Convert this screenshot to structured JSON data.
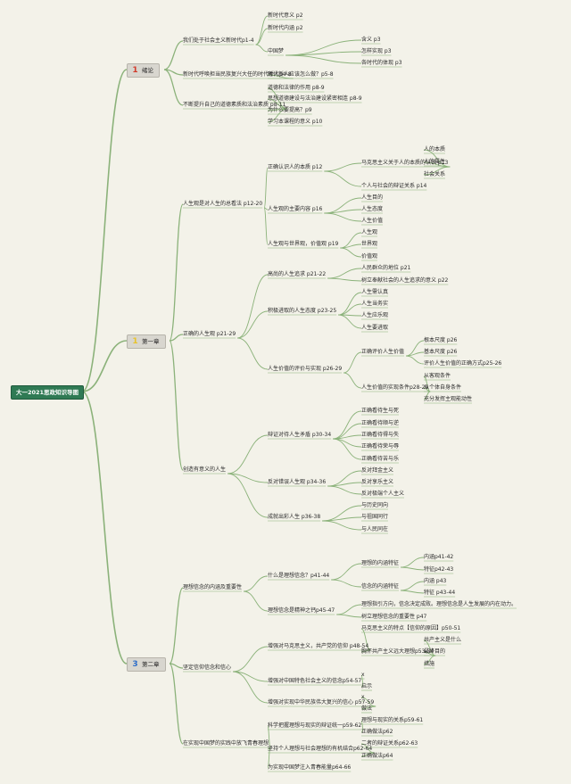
{
  "root": {
    "text": "大一2021思政知识导图"
  },
  "colors": {
    "background": "#f3f2e9",
    "line": "#8bb27a",
    "root_fill": "#2f7a54",
    "chapter_fill": "#d8d6cf"
  },
  "chapters": [
    {
      "number": "1",
      "badge_color": "#d23a2a",
      "title": "绪论",
      "children": [
        {
          "text": "我们处于社会主义新时代p1-4",
          "children": [
            {
              "text": "新时代意义 p2"
            },
            {
              "text": "新时代内涵 p2"
            },
            {
              "text": "中国梦",
              "children": [
                {
                  "text": "含义 p3"
                },
                {
                  "text": "怎样实现 p3"
                },
                {
                  "text": "各时代的体现 p3"
                }
              ]
            }
          ]
        },
        {
          "text": "新时代呼唤担当民族复兴大任的时代新人p4-8",
          "children": [
            {
              "text": "时代新人应该怎么做？p5-8"
            }
          ]
        },
        {
          "text": "不断提升自己的道德素质和法治素质 p8-11",
          "children": [
            {
              "text": "道德和法律的作用 p8-9"
            },
            {
              "text": "思想道德建设与法治建设紧密相连 p8-9"
            },
            {
              "text": "为什么要提高？p9"
            },
            {
              "text": "学习本课程的意义 p10"
            }
          ]
        }
      ]
    },
    {
      "number": "1",
      "badge_color": "#e8c428",
      "title": "第一章",
      "children": [
        {
          "text": "人生观是对人生的总看法 p12-20",
          "children": [
            {
              "text": "正确认识人的本质 p12",
              "children": [
                {
                  "text": "马克思主义关于人的本质的认识 p13",
                  "children": [
                    {
                      "text": "人的本质"
                    },
                    {
                      "text": "人的属性"
                    },
                    {
                      "text": "社会关系"
                    }
                  ]
                },
                {
                  "text": "个人与社会的辩证关系 p14"
                }
              ]
            },
            {
              "text": "人生观的主要内容 p16",
              "children": [
                {
                  "text": "人生目的"
                },
                {
                  "text": "人生态度"
                },
                {
                  "text": "人生价值"
                }
              ]
            },
            {
              "text": "人生观与世界观，价值观 p19",
              "children": [
                {
                  "text": "人生观"
                },
                {
                  "text": "世界观"
                },
                {
                  "text": "价值观"
                }
              ]
            }
          ]
        },
        {
          "text": "正确的人生观 p21-29",
          "children": [
            {
              "text": "高尚的人生追求 p21-22",
              "children": [
                {
                  "text": "人民群众的地位 p21"
                },
                {
                  "text": "树立奉献社会的人生追求的意义 p22"
                }
              ]
            },
            {
              "text": "积极进取的人生态度 p23-25",
              "children": [
                {
                  "text": "人生需认真"
                },
                {
                  "text": "人生当务实"
                },
                {
                  "text": "人生应乐观"
                },
                {
                  "text": "人生要进取"
                }
              ]
            },
            {
              "text": "人生价值的评价与实现 p26-29",
              "children": [
                {
                  "text": "正确评价人生价值",
                  "children": [
                    {
                      "text": "根本尺度 p26"
                    },
                    {
                      "text": "基本尺度 p26"
                    },
                    {
                      "text": "评价人生价值的正确方式p25-26"
                    }
                  ]
                },
                {
                  "text": "人生价值的实现条件p28-29",
                  "children": [
                    {
                      "text": "从客观条件"
                    },
                    {
                      "text": "从个体自身条件"
                    },
                    {
                      "text": "充分发挥主观能动性"
                    }
                  ]
                }
              ]
            }
          ]
        },
        {
          "text": "创造有意义的人生",
          "children": [
            {
              "text": "辩证对待人生矛盾 p30-34",
              "children": [
                {
                  "text": "正确看待生与死"
                },
                {
                  "text": "正确看待顺与逆"
                },
                {
                  "text": "正确看待得与失"
                },
                {
                  "text": "正确看待荣与辱"
                },
                {
                  "text": "正确看待苦与乐"
                }
              ]
            },
            {
              "text": "反对错误人生观 p34-36",
              "children": [
                {
                  "text": "反对拜金主义"
                },
                {
                  "text": "反对享乐主义"
                },
                {
                  "text": "反对极端个人主义"
                }
              ]
            },
            {
              "text": "成就出彩人生 p36-38",
              "children": [
                {
                  "text": "与历史同向"
                },
                {
                  "text": "与祖国同行"
                },
                {
                  "text": "与人民同在"
                }
              ]
            }
          ]
        }
      ]
    },
    {
      "number": "3",
      "badge_color": "#2f6fc9",
      "title": "第二章",
      "children": [
        {
          "text": "理想信念的内涵及重要性",
          "children": [
            {
              "text": "什么是理想信念？p41-44",
              "children": [
                {
                  "text": "理想的内涵特征",
                  "children": [
                    {
                      "text": "内涵p41-42"
                    },
                    {
                      "text": "特征p42-43"
                    }
                  ]
                },
                {
                  "text": "信念的内涵特征",
                  "children": [
                    {
                      "text": "内涵 p43"
                    },
                    {
                      "text": "特征 p43-44"
                    }
                  ]
                }
              ]
            },
            {
              "text": "理想信念是精神之钙p45-47",
              "children": [
                {
                  "text": "理想指引方向，信念决定成败。理想信念是人生发展的内在动力。"
                },
                {
                  "text": "树立理想信念的重要性 p47"
                }
              ]
            }
          ]
        },
        {
          "text": "坚定信仰信念和信心",
          "children": [
            {
              "text": "增强对马克思主义，共产党的信仰 p48-54",
              "children": [
                {
                  "text": "马克思主义的特点【信仰的原因】p50-51"
                },
                {
                  "text": "胸怀共产主义远大理想p53-54",
                  "children": [
                    {
                      "text": "共产主义是什么"
                    },
                    {
                      "text": "最终目的"
                    },
                    {
                      "text": "措施"
                    }
                  ]
                }
              ]
            },
            {
              "text": "增强对中国特色社会主义的信念p54-57",
              "children": [
                {
                  "text": "x"
                },
                {
                  "text": "启示"
                }
              ]
            },
            {
              "text": "增强对实现中华民族伟大复兴的信心 p57-59",
              "children": [
                {
                  "text": "x"
                },
                {
                  "text": "做法"
                }
              ]
            }
          ]
        },
        {
          "text": "在实现中国梦的实践中放飞青春理想",
          "children": [
            {
              "text": "科学把握理想与现实的辩证统一p59-62",
              "children": [
                {
                  "text": "理想与现实的关系p59-61"
                },
                {
                  "text": "正确做法p62"
                }
              ]
            },
            {
              "text": "坚持个人理想与社会理想的有机结合p62-64",
              "children": [
                {
                  "text": "二者的辩证关系p62-63"
                },
                {
                  "text": "正确做法p64"
                }
              ]
            },
            {
              "text": "为实现中国梦注入青春能量p64-66"
            }
          ]
        }
      ]
    }
  ]
}
